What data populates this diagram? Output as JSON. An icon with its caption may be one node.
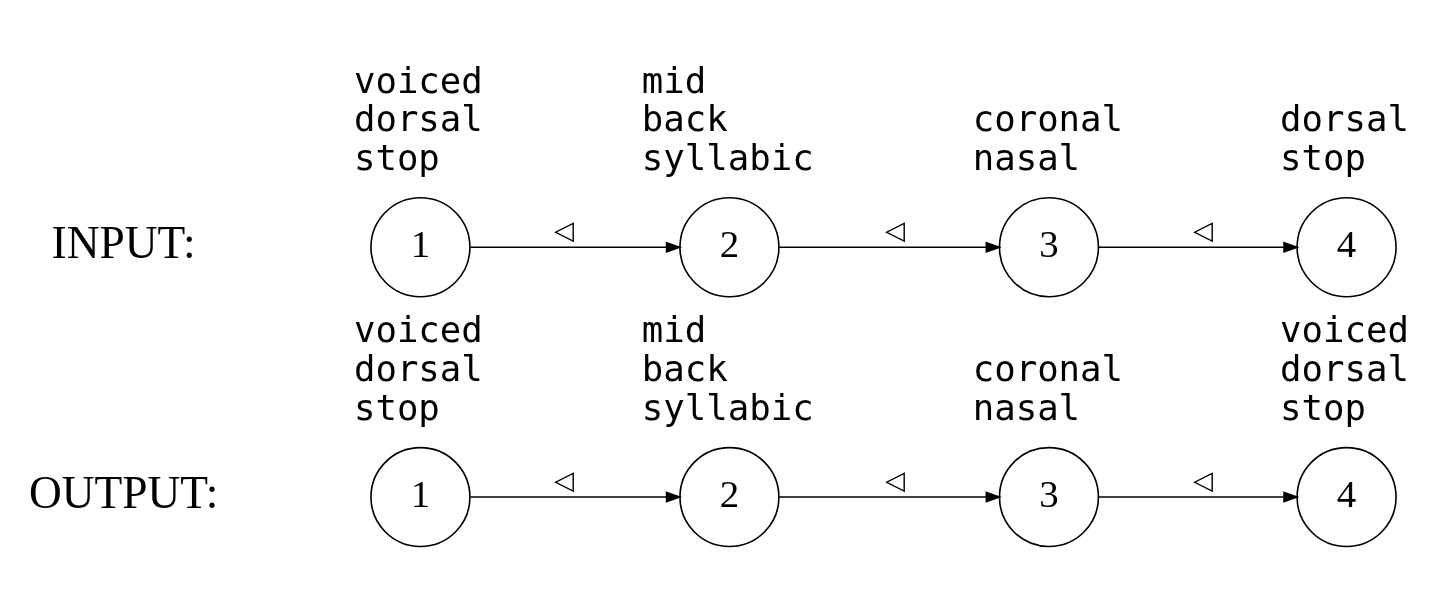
{
  "diagram": {
    "nodes": [
      {
        "text": [
          "1"
        ],
        "beside": [
          "voiced dorsal stop"
        ]
      },
      {
        "text": [
          "2"
        ],
        "beside": [
          "mid back syllabic"
        ]
      },
      {
        "text": [
          "3"
        ],
        "beside": [
          "coronal nasal"
        ]
      },
      {
        "text": [
          "4"
        ],
        "beside": [
          "dorsal stop"
        ]
      },
      {
        "text": [
          "1"
        ],
        "beside": [
          "voiced dorsal stop"
        ]
      },
      {
        "text": [
          "2"
        ],
        "beside": [
          "mid back syllabic"
        ]
      },
      {
        "text": [
          "3"
        ],
        "beside": [
          "coronal nasal"
        ]
      },
      {
        "text": [
          "4"
        ],
        "beside": [
          "voiced dorsal stop"
        ]
      }
    ],
    "edges": [
      {
        "from": 0,
        "to": 1,
        "arrow": "to",
        "label": "◁"
      },
      {
        "from": 1,
        "to": 2,
        "arrow": "to",
        "label": "◁"
      },
      {
        "from": 2,
        "to": 3,
        "arrow": "to",
        "label": "◁"
      },
      {
        "from": 4,
        "to": 5,
        "arrow": "to",
        "label": "◁"
      },
      {
        "from": 5,
        "to": 6,
        "arrow": "to",
        "label": "◁"
      },
      {
        "from": 6,
        "to": 7,
        "arrow": "to",
        "label": "◁"
      }
    ],
    "labels": [
      "INPUT:",
      "OUTPUT:"
    ]
  }
}
